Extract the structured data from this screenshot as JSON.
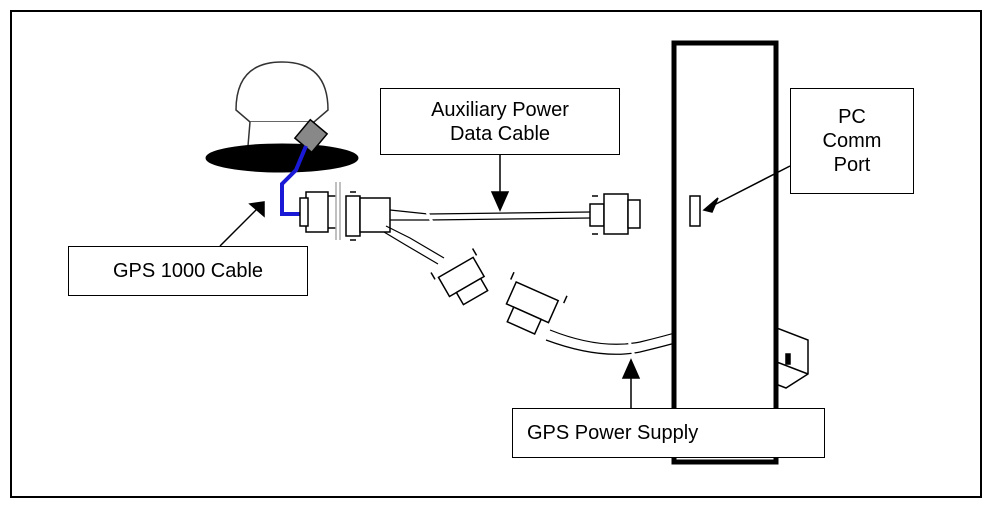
{
  "labels": {
    "aux_line1": "Auxiliary Power",
    "aux_line2": "Data Cable",
    "pc_line1": "PC",
    "pc_line2": "Comm",
    "pc_line3": "Port",
    "gps_cable": "GPS 1000 Cable",
    "gps_power": "GPS Power Supply"
  },
  "colors": {
    "stroke": "#000000",
    "gps_cable_wire": "#1a1ad6",
    "background": "#ffffff"
  }
}
